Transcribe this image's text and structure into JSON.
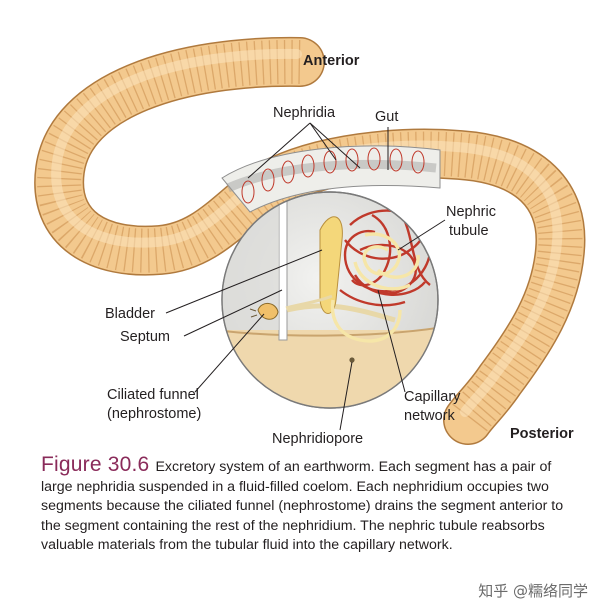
{
  "labels": {
    "anterior": "Anterior",
    "posterior": "Posterior",
    "nephridia": "Nephridia",
    "gut": "Gut",
    "nephric_tubule_1": "Nephric",
    "nephric_tubule_2": "tubule",
    "bladder": "Bladder",
    "septum": "Septum",
    "ciliated_funnel_1": "Ciliated funnel",
    "ciliated_funnel_2": "(nephrostome)",
    "capillary_1": "Capillary",
    "capillary_2": "network",
    "nephridiopore": "Nephridiopore"
  },
  "caption": {
    "figure_number": "Figure 30.6",
    "text": "Excretory system of an earthworm. Each segment has a pair of large nephridia suspended in a fluid-filled coelom. Each nephridium occupies two segments because the ciliated funnel (nephrostome) drains the segment anterior to the segment containing the rest of the nephridium. The nephric tubule reabsorbs valuable materials from the tubular fluid into the capillary network."
  },
  "watermark": "知乎 @糯络同学",
  "colors": {
    "worm_body": "#f3c98e",
    "worm_band": "#d9a466",
    "worm_outline": "#b07a3e",
    "capillary": "#c0392b",
    "tubule": "#f6e6a8",
    "figure_title": "#8a2b5a"
  }
}
